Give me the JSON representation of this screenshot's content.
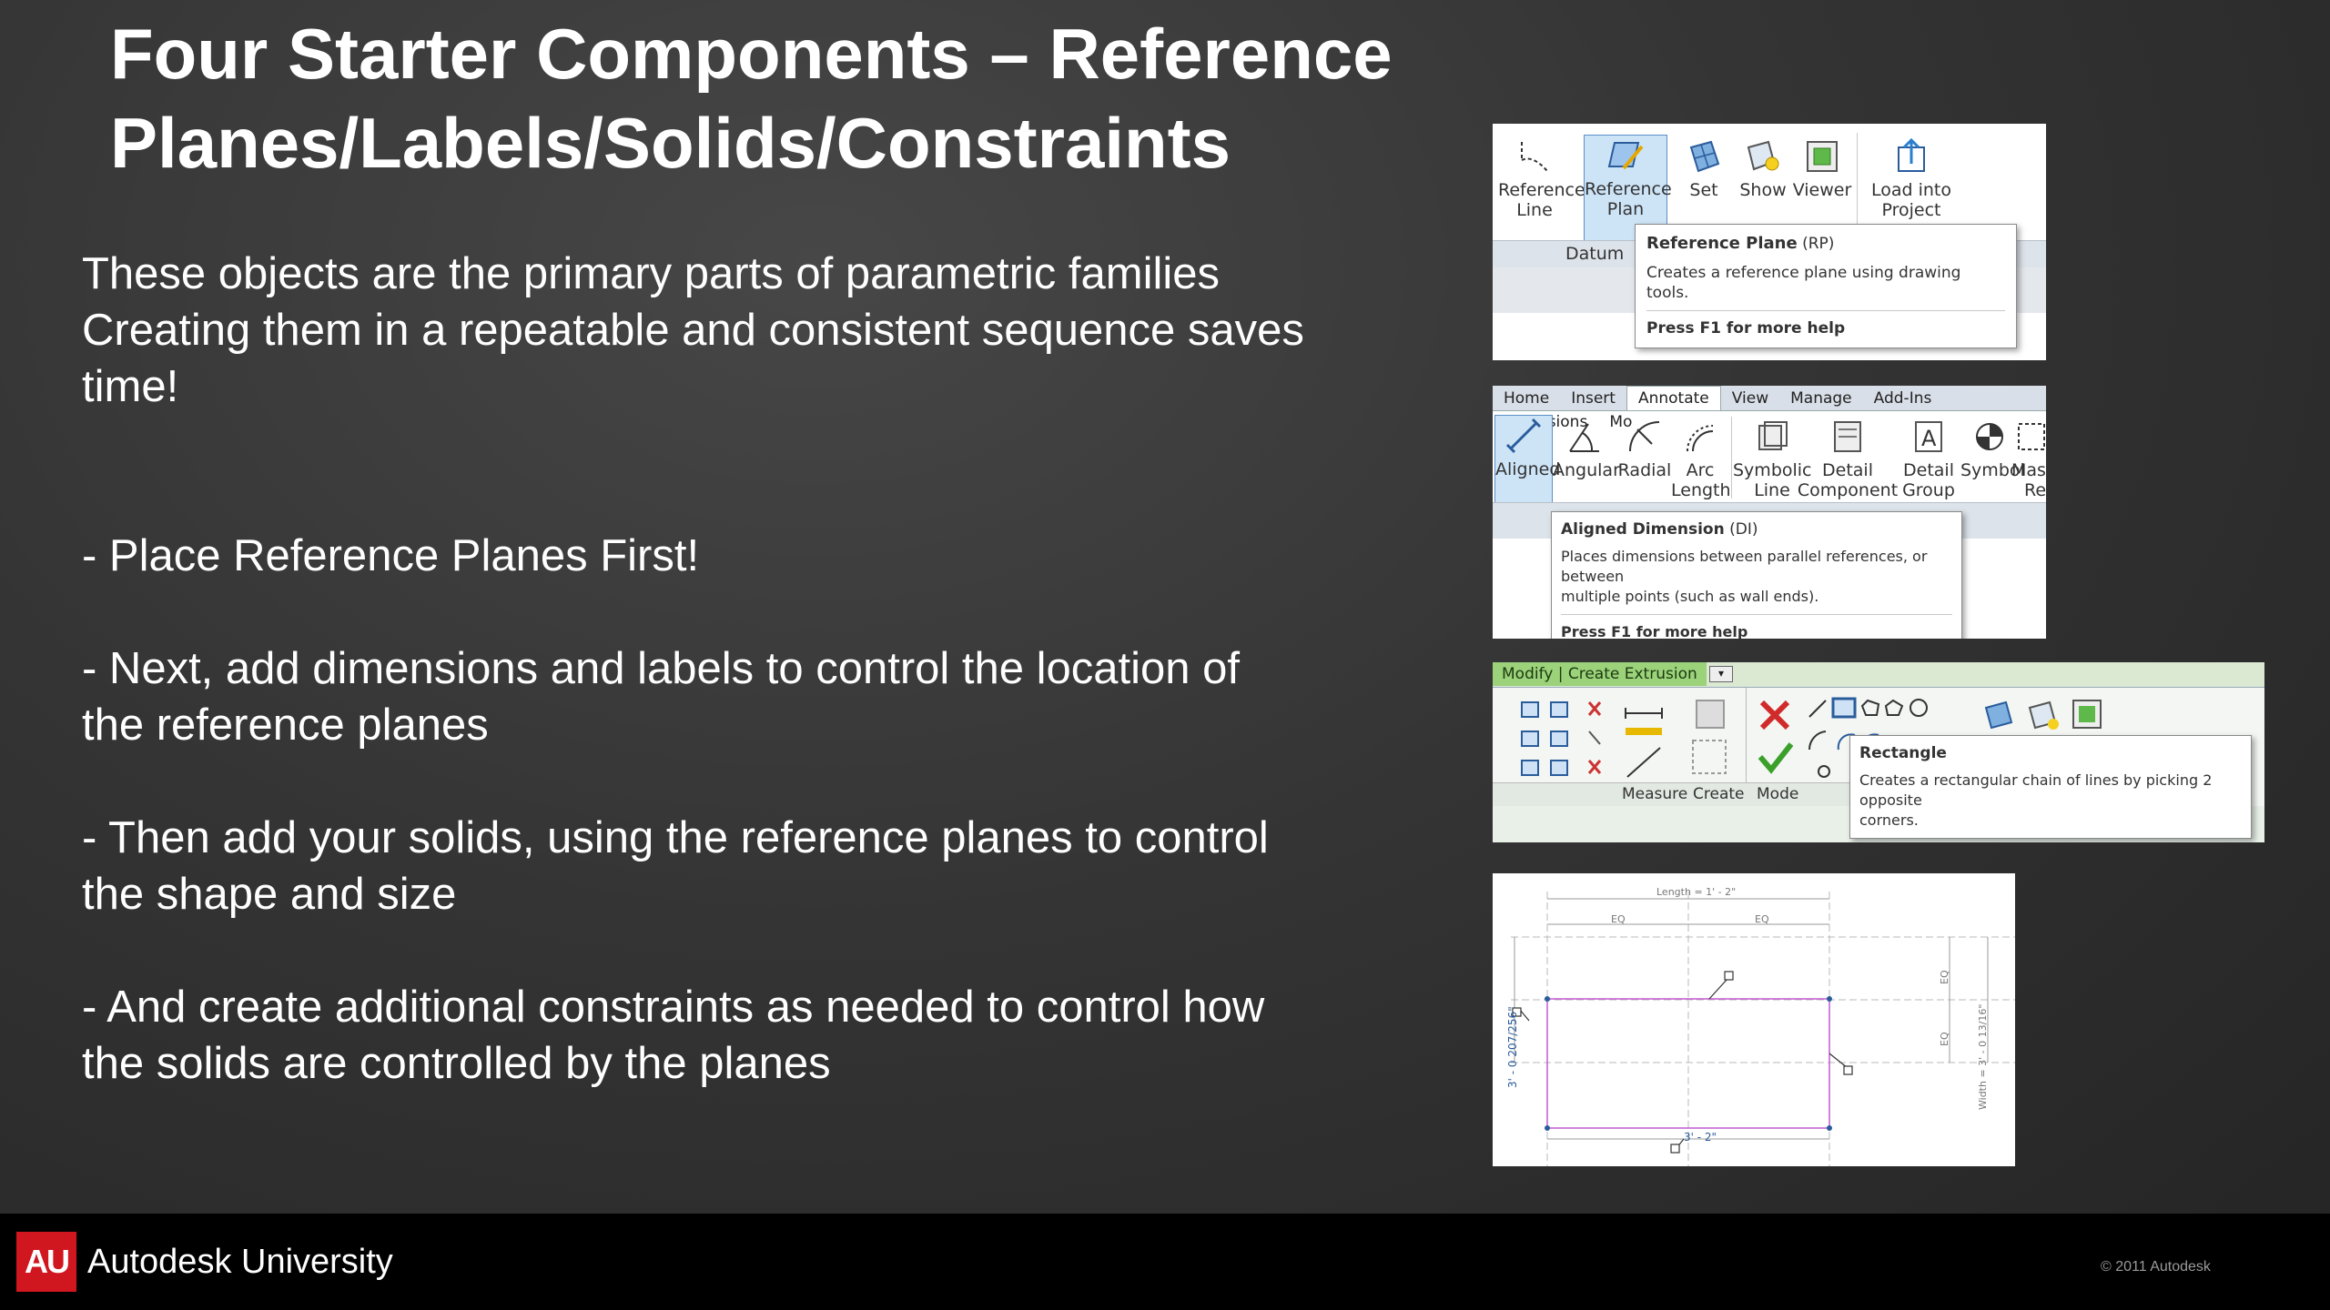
{
  "slide": {
    "title_line1": "Four Starter Components – Reference",
    "title_line2": "Planes/Labels/Solids/Constraints",
    "intro_line1": "These objects are the primary parts of parametric families",
    "intro_line2": "Creating them in a repeatable and consistent sequence saves",
    "intro_line3": "time!",
    "step1": "- Place Reference Planes First!",
    "step2_line1": "- Next, add dimensions and labels to control the location of",
    "step2_line2": "the reference planes",
    "step3_line1": "- Then add your solids, using the reference planes to control",
    "step3_line2": "the shape and size",
    "step4_line1": "- And create additional constraints as needed to control how",
    "step4_line2": "the solids are controlled by the planes"
  },
  "footer": {
    "logo_text": "AU",
    "brand": "Autodesk University",
    "copyright": "© 2011 Autodesk"
  },
  "shot1": {
    "btn_refline_1": "Reference",
    "btn_refline_2": "Line",
    "btn_refplane_1": "Reference",
    "btn_refplane_2": "Plan",
    "btn_set": "Set",
    "btn_show": "Show",
    "btn_viewer": "Viewer",
    "btn_load_1": "Load into",
    "btn_load_2": "Project",
    "panel_datum": "Datum",
    "tooltip_title": "Reference Plane",
    "tooltip_shortcut": "(RP)",
    "tooltip_desc": "Creates a reference plane using drawing tools.",
    "tooltip_help": "Press F1 for more help"
  },
  "shot2": {
    "tabs": [
      "Home",
      "Insert",
      "Annotate",
      "View",
      "Manage",
      "Add-Ins",
      "Extensions",
      "Mo"
    ],
    "btn_aligned": "Aligned",
    "btn_angular": "Angular",
    "btn_radial": "Radial",
    "btn_arc_1": "Arc",
    "btn_arc_2": "Length",
    "btn_symbolic_1": "Symbolic",
    "btn_symbolic_2": "Line",
    "btn_detail_1": "Detail",
    "btn_detail_2": "Component",
    "btn_group_1": "Detail",
    "btn_group_2": "Group",
    "btn_symbol": "Symbol",
    "btn_mask_1": "Mask",
    "btn_mask_2": "Reg",
    "tooltip_title": "Aligned Dimension",
    "tooltip_shortcut": "(DI)",
    "tooltip_desc_1": "Places dimensions between parallel references, or between",
    "tooltip_desc_2": "multiple points (such as wall ends).",
    "tooltip_help": "Press F1 for more help"
  },
  "shot3": {
    "context_tab": "Modify | Create Extrusion",
    "panel_measure": "Measure",
    "panel_create": "Create",
    "panel_mode": "Mode",
    "tooltip_title": "Rectangle",
    "tooltip_desc_1": "Creates a rectangular chain of lines by picking 2 opposite",
    "tooltip_desc_2": "corners."
  },
  "shot4": {
    "dim_length": "Length = 1' - 2\"",
    "eq_top_left": "EQ",
    "eq_top_right": "EQ",
    "eq_right_top": "EQ",
    "eq_right_bottom": "EQ",
    "dim_width": "Width = 3' - 0 13/16\"",
    "dim_left": "3' - 0 207/256\"",
    "dim_bottom": "3' - 2\""
  },
  "colors": {
    "au_red": "#d0161f",
    "tooltip_border": "#8a8a8a",
    "selected_button": "#cde4f7",
    "sketch_magenta": "#c25ad0"
  }
}
